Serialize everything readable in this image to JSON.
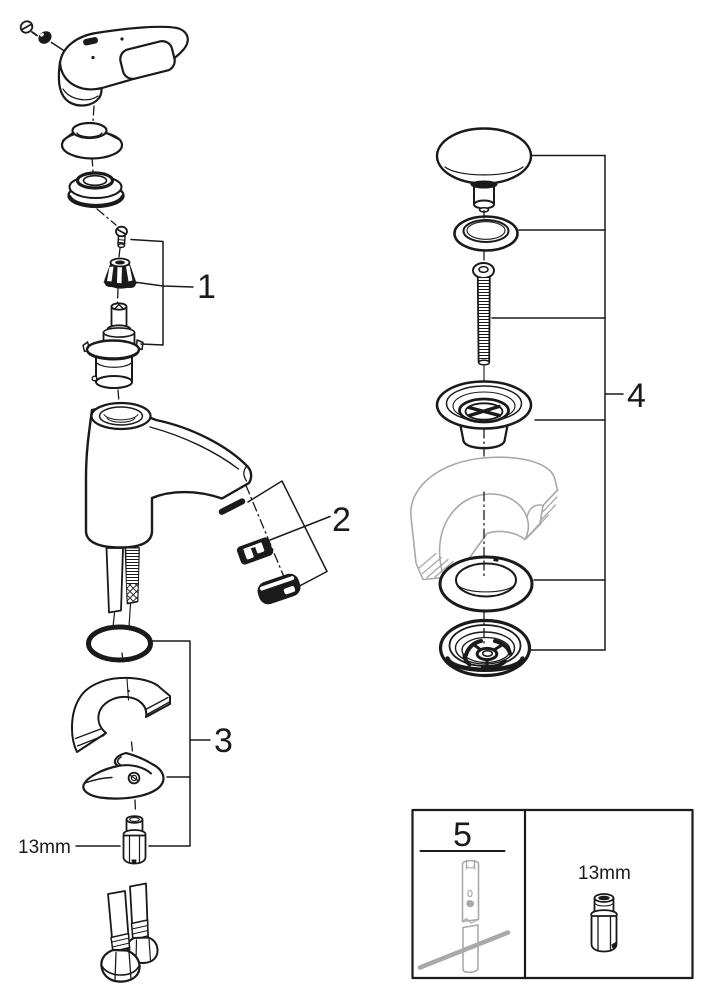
{
  "diagram": {
    "kind": "exploded-parts-diagram",
    "background": "#ffffff",
    "line_color": "#1a1a1a",
    "ghost_color": "#a9a9a9",
    "callouts": {
      "c1": "1",
      "c2": "2",
      "c3": "3",
      "c4": "4",
      "c5": "5"
    },
    "labels": {
      "wrench_size_inline": "13mm",
      "wrench_size_boxed": "13mm"
    }
  }
}
